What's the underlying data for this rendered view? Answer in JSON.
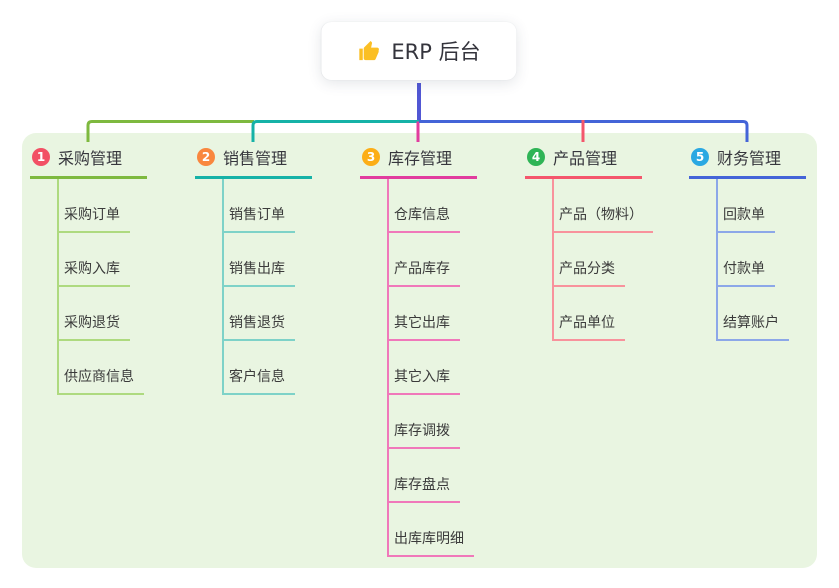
{
  "root": {
    "title": "ERP 后台",
    "icon": "thumbs-up-icon"
  },
  "branches": [
    {
      "number": "1",
      "label": "采购管理",
      "color": "#7eb93f",
      "light_color": "#aeda7f",
      "badge_color": "#f25065",
      "children": [
        "采购订单",
        "采购入库",
        "采购退货",
        "供应商信息"
      ]
    },
    {
      "number": "2",
      "label": "销售管理",
      "color": "#16b2a7",
      "light_color": "#7ed2c8",
      "badge_color": "#f9873e",
      "children": [
        "销售订单",
        "销售出库",
        "销售退货",
        "客户信息"
      ]
    },
    {
      "number": "3",
      "label": "库存管理",
      "color": "#e13c9e",
      "light_color": "#f078ba",
      "badge_color": "#fcae17",
      "children": [
        "仓库信息",
        "产品库存",
        "其它出库",
        "其它入库",
        "库存调拨",
        "库存盘点",
        "出库库明细"
      ]
    },
    {
      "number": "4",
      "label": "产品管理",
      "color": "#f4566c",
      "light_color": "#f8929c",
      "badge_color": "#2fb456",
      "children": [
        "产品（物料）",
        "产品分类",
        "产品单位"
      ]
    },
    {
      "number": "5",
      "label": "财务管理",
      "color": "#4464d8",
      "light_color": "#8ca7e8",
      "badge_color": "#2aa8e2",
      "children": [
        "回款单",
        "付款单",
        "结算账户"
      ]
    }
  ],
  "colors": {
    "canvas_bg": "#e9f5e1",
    "trunk": "#5157d4",
    "icon_fill": "#fbbf24"
  }
}
